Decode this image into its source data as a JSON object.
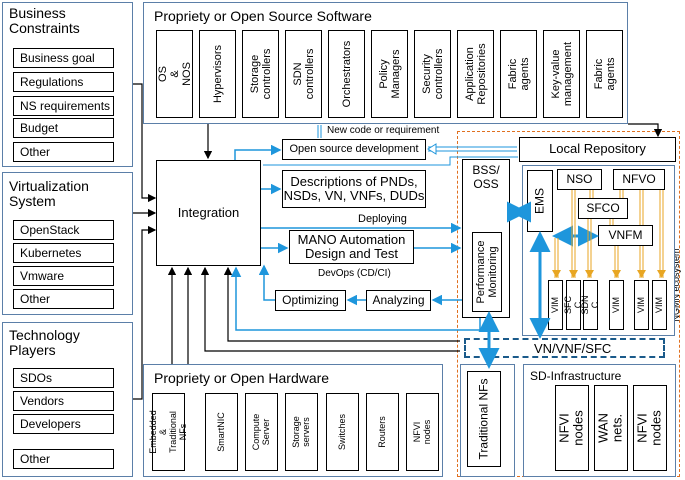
{
  "business": {
    "title": "Business\nConstraints",
    "items": [
      "Business goal",
      "Regulations",
      "NS requirements",
      "Budget",
      "Other"
    ]
  },
  "virtualization": {
    "title": "Virtualization\nSystem",
    "items": [
      "OpenStack",
      "Kubernetes",
      "Vmware",
      "Other"
    ]
  },
  "technology": {
    "title": "Technology\nPlayers",
    "items": [
      "SDOs",
      "Vendors",
      "Developers",
      "Other"
    ]
  },
  "software": {
    "title": "Propriety or Open Source Software",
    "items": [
      "OS & NOS",
      "Hypervisors",
      "Storage\ncontrollers",
      "SDN\ncontrollers",
      "Orchestrators",
      "Policy\nManagers",
      "Security\ncontrollers",
      "Application\nRepositories",
      "Fabric\nagents",
      "Key-value\nmanagement",
      "Fabric\nagents"
    ]
  },
  "hardware": {
    "title": "Propriety or Open Hardware",
    "items": [
      "Embedded\n&\nTraditional NFs",
      "SmartNIC",
      "Compute\nServer",
      "Storage\nservers",
      "Switches",
      "Routers",
      "NFVI nodes"
    ]
  },
  "center": {
    "integration": "Integration",
    "new_code": "New code or requirement",
    "open_source_dev": "Open source development",
    "descriptions": "Descriptions of PNDs,\nNSDs, VN, VNFs, DUDs",
    "deploying": "Deploying",
    "mano": "MANO Automation\nDesign and Test",
    "devops": "DevOps (CD/CI)",
    "optimizing": "Optimizing",
    "analyzing": "Analyzing"
  },
  "ngmn": {
    "label": "NGMN ecosystem",
    "local_repo": "Local Repository",
    "bss": "BSS/\nOSS",
    "perf": "Performance\nMonitoring",
    "ems": "EMS",
    "nso": "NSO",
    "nfvo": "NFVO",
    "sfco": "SFCO",
    "vnfm": "VNFM",
    "bottom_items": [
      "VIM",
      "SFC C",
      "SDN C",
      "VIM",
      "VIM",
      "VIM"
    ],
    "vn_bar": "VN/VNF/SFC",
    "traditional": "Traditional NFs",
    "sdi_title": "SD-Infrastructure",
    "sdi_items": [
      "NFVI nodes",
      "WAN nets.",
      "NFVI nodes"
    ]
  },
  "colors": {
    "blue": "#1e96dc",
    "gold": "#e8a623",
    "panel_border": "#5b7fa8",
    "ngmn_border": "#e07020"
  }
}
